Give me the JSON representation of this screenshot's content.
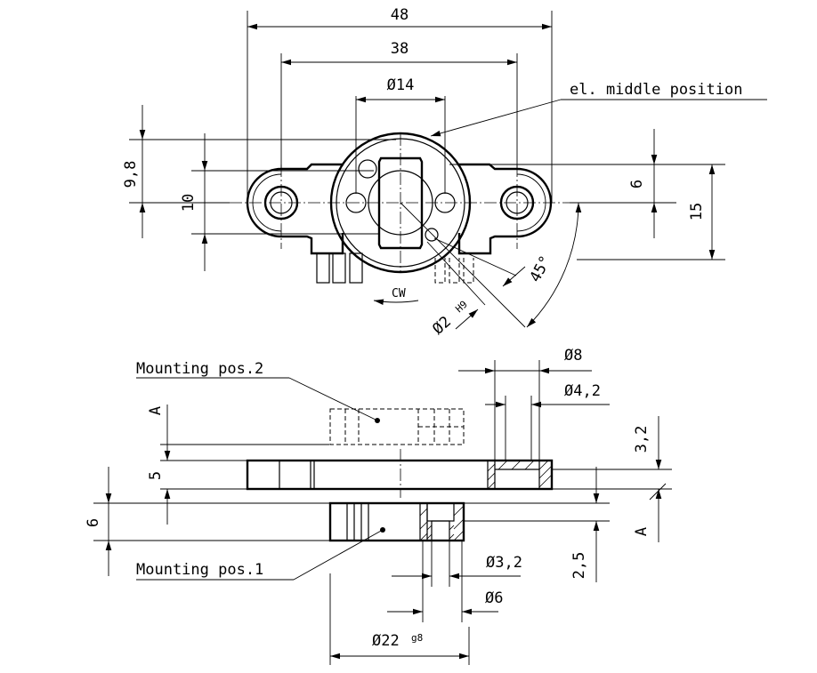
{
  "labels": {
    "dim_48": "48",
    "dim_38": "38",
    "dim_d14": "Ø14",
    "el_middle": "el. middle position",
    "dim_9_8": "9,8",
    "dim_10": "10",
    "dim_6_top": "6",
    "dim_15": "15",
    "dim_45": "45°",
    "cw": "CW",
    "dim_d2": "Ø2",
    "dim_d2_tol": "H9",
    "mount2": "Mounting pos.2",
    "mount1": "Mounting pos.1",
    "dim_d8": "Ø8",
    "dim_d4_2": "Ø4,2",
    "dim_a_top": "A",
    "dim_5": "5",
    "dim_3_2": "3,2",
    "dim_6_side": "6",
    "dim_a_right": "A",
    "dim_2_5": "2,5",
    "dim_d3_2": "Ø3,2",
    "dim_d6": "Ø6",
    "dim_d22": "Ø22",
    "dim_d22_tol": "g8"
  }
}
